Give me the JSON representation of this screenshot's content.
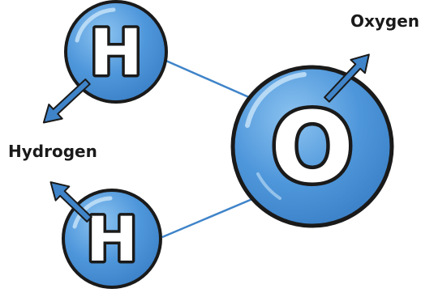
{
  "atoms": {
    "hydrogen_top": {
      "symbol": "H"
    },
    "hydrogen_bottom": {
      "symbol": "H"
    },
    "oxygen": {
      "symbol": "O"
    }
  },
  "labels": {
    "oxygen": "Oxygen",
    "hydrogen": "Hydrogen"
  },
  "colors": {
    "atom_fill": "#4f97db",
    "atom_highlight": "#9fcdf3",
    "atom_outline": "#1a1a1a",
    "bond": "#3f84c9",
    "arrow_fill": "#3f84c9",
    "arrow_outline": "#1a1a1a",
    "letter_fill": "#ffffff"
  }
}
